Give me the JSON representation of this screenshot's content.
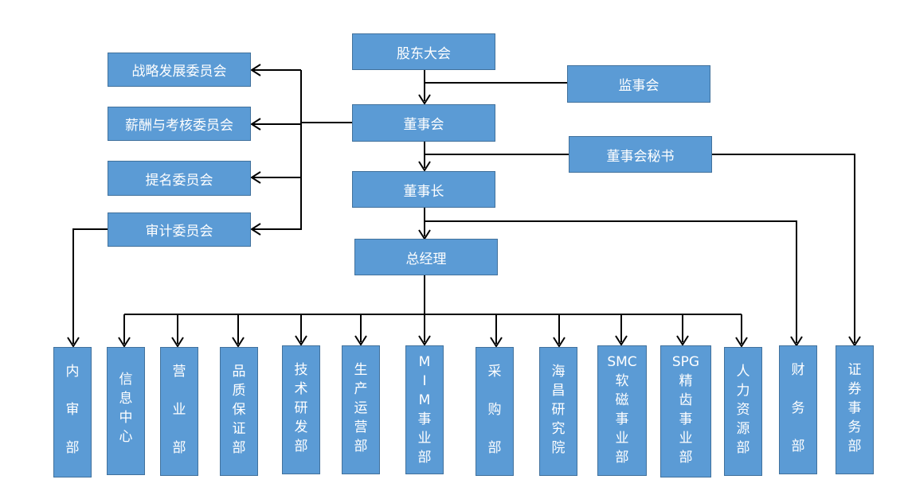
{
  "top": {
    "shareholders": "股东大会",
    "supervisors": "监事会",
    "board": "董事会",
    "board_secretary": "董事会秘书",
    "chairman": "董事长",
    "general_manager": "总经理"
  },
  "committees": {
    "strategy": "战略发展委员会",
    "compensation": "薪酬与考核委员会",
    "nomination": "提名委员会",
    "audit": "审计委员会"
  },
  "departments": [
    {
      "id": "internal-audit",
      "lines": [
        "内",
        "",
        "审",
        "",
        "部"
      ]
    },
    {
      "id": "info-center",
      "lines": [
        "信",
        "息",
        "中",
        "心"
      ]
    },
    {
      "id": "sales",
      "lines": [
        "营",
        "",
        "业",
        "",
        "部"
      ]
    },
    {
      "id": "quality",
      "lines": [
        "品",
        "质",
        "保",
        "证",
        "部"
      ]
    },
    {
      "id": "tech-rd",
      "lines": [
        "技",
        "术",
        "研",
        "发",
        "部"
      ]
    },
    {
      "id": "production",
      "lines": [
        "生",
        "产",
        "运",
        "营",
        "部"
      ]
    },
    {
      "id": "mim",
      "lines": [
        "M",
        "I",
        "M",
        "事",
        "业",
        "部"
      ]
    },
    {
      "id": "procurement",
      "lines": [
        "采",
        "",
        "购",
        "",
        "部"
      ]
    },
    {
      "id": "haichang",
      "lines": [
        "海",
        "昌",
        "研",
        "究",
        "院"
      ]
    },
    {
      "id": "smc",
      "lines": [
        "SMC",
        "软",
        "磁",
        "事",
        "业",
        "部"
      ]
    },
    {
      "id": "spg",
      "lines": [
        "SPG",
        "精",
        "齿",
        "事",
        "业",
        "部"
      ]
    },
    {
      "id": "hr",
      "lines": [
        "人",
        "力",
        "资",
        "源",
        "部"
      ]
    },
    {
      "id": "finance",
      "lines": [
        "财",
        "",
        "务",
        "",
        "部"
      ]
    },
    {
      "id": "securities",
      "lines": [
        "证",
        "券",
        "事",
        "务",
        "部"
      ]
    }
  ]
}
